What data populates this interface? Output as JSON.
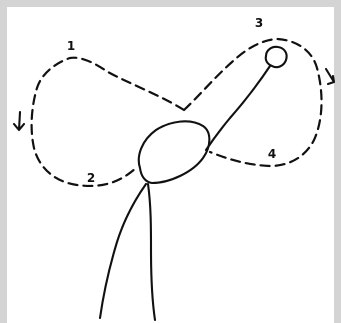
{
  "diagram": {
    "path_markers": [
      "1",
      "2",
      "3",
      "4"
    ],
    "colors": {
      "ink": "#111111",
      "paper": "#ffffff",
      "frame": "#d4d4d4"
    },
    "icons": {
      "arrow_left": "down-arrow-icon",
      "arrow_right": "down-arrow-icon"
    }
  }
}
